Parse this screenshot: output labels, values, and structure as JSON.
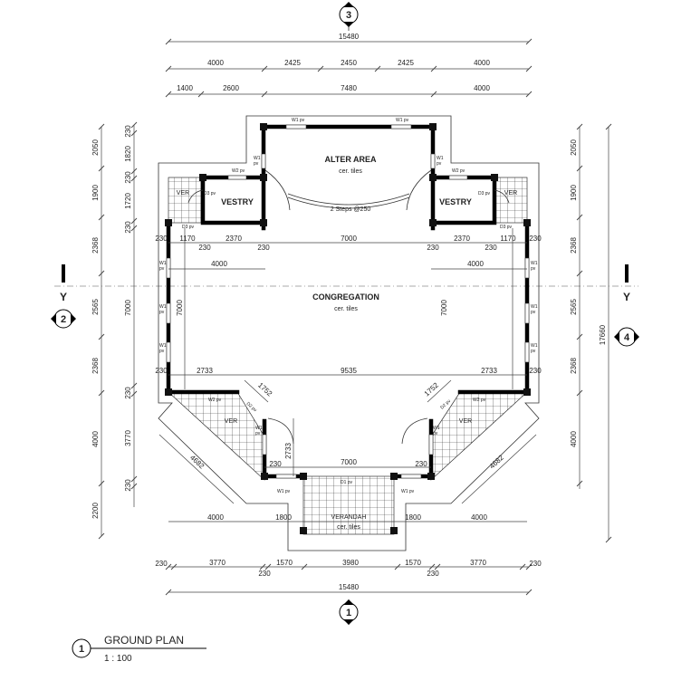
{
  "grid": {
    "top": "3",
    "bottom": "1",
    "left": "2",
    "right": "4"
  },
  "section": {
    "left": "Y",
    "right": "Y"
  },
  "dims": {
    "top_overall": "15480",
    "top_row1": [
      "4000",
      "2425",
      "2450",
      "2425",
      "4000"
    ],
    "top_row2": [
      "1400",
      "2600",
      "7480",
      "4000"
    ],
    "bottom_row": [
      "230",
      "3770",
      "230",
      "1570",
      "3980",
      "1570",
      "230",
      "3770",
      "230"
    ],
    "bottom_overall": "15480",
    "left_outer": [
      "2050",
      "1900",
      "2368",
      "2565",
      "2368",
      "4000",
      "2200"
    ],
    "left_inner": [
      "230",
      "1820",
      "230",
      "1720",
      "230",
      "7000",
      "230",
      "3770",
      "230"
    ],
    "right_outer": [
      "2050",
      "1900",
      "2368",
      "2565",
      "2368",
      "4000"
    ],
    "right_overall": "17660",
    "inner_row_a": [
      "230",
      "1170",
      "230",
      "2370",
      "230",
      "7000",
      "230",
      "2370",
      "230",
      "1170",
      "230"
    ],
    "inner_4000_left": "4000",
    "inner_4000_right": "4000",
    "inner_7000_left": "7000",
    "inner_7000_right": "7000",
    "inner_row_b": [
      "230",
      "2733",
      "9535",
      "2733",
      "230"
    ],
    "diag_1752_left": "1752",
    "diag_1752_right": "1752",
    "diag_4682_left": "4682",
    "diag_4682_right": "4682",
    "inner_2733": "2733",
    "inner_230_left": "230",
    "inner_230_right": "230",
    "inner_7000_bottom": "7000",
    "veranda_row": [
      "4000",
      "1800",
      "1800",
      "4000"
    ]
  },
  "rooms": {
    "alter": {
      "name": "ALTER AREA",
      "finish": "cer. tiles"
    },
    "vestry_left": "VESTRY",
    "vestry_right": "VESTRY",
    "ver_tl": "VER",
    "ver_tr": "VER",
    "ver_bl": "VER",
    "ver_br": "VER",
    "congregation": {
      "name": "CONGREGATION",
      "finish": "cer. tiles"
    },
    "verandah": {
      "name": "VERANDAH",
      "finish": "cer. tiles"
    },
    "steps": "2 Steps @250"
  },
  "tags": {
    "w1pv": "W1 pv",
    "w2pv": "W2 pv",
    "w1": "W1",
    "pv": "pv",
    "d3pv": "D3 pv",
    "d2pv": "D2 pv",
    "d1pv": "D1 pv"
  },
  "title": {
    "number": "1",
    "name": "GROUND PLAN",
    "scale": "1 : 100"
  }
}
